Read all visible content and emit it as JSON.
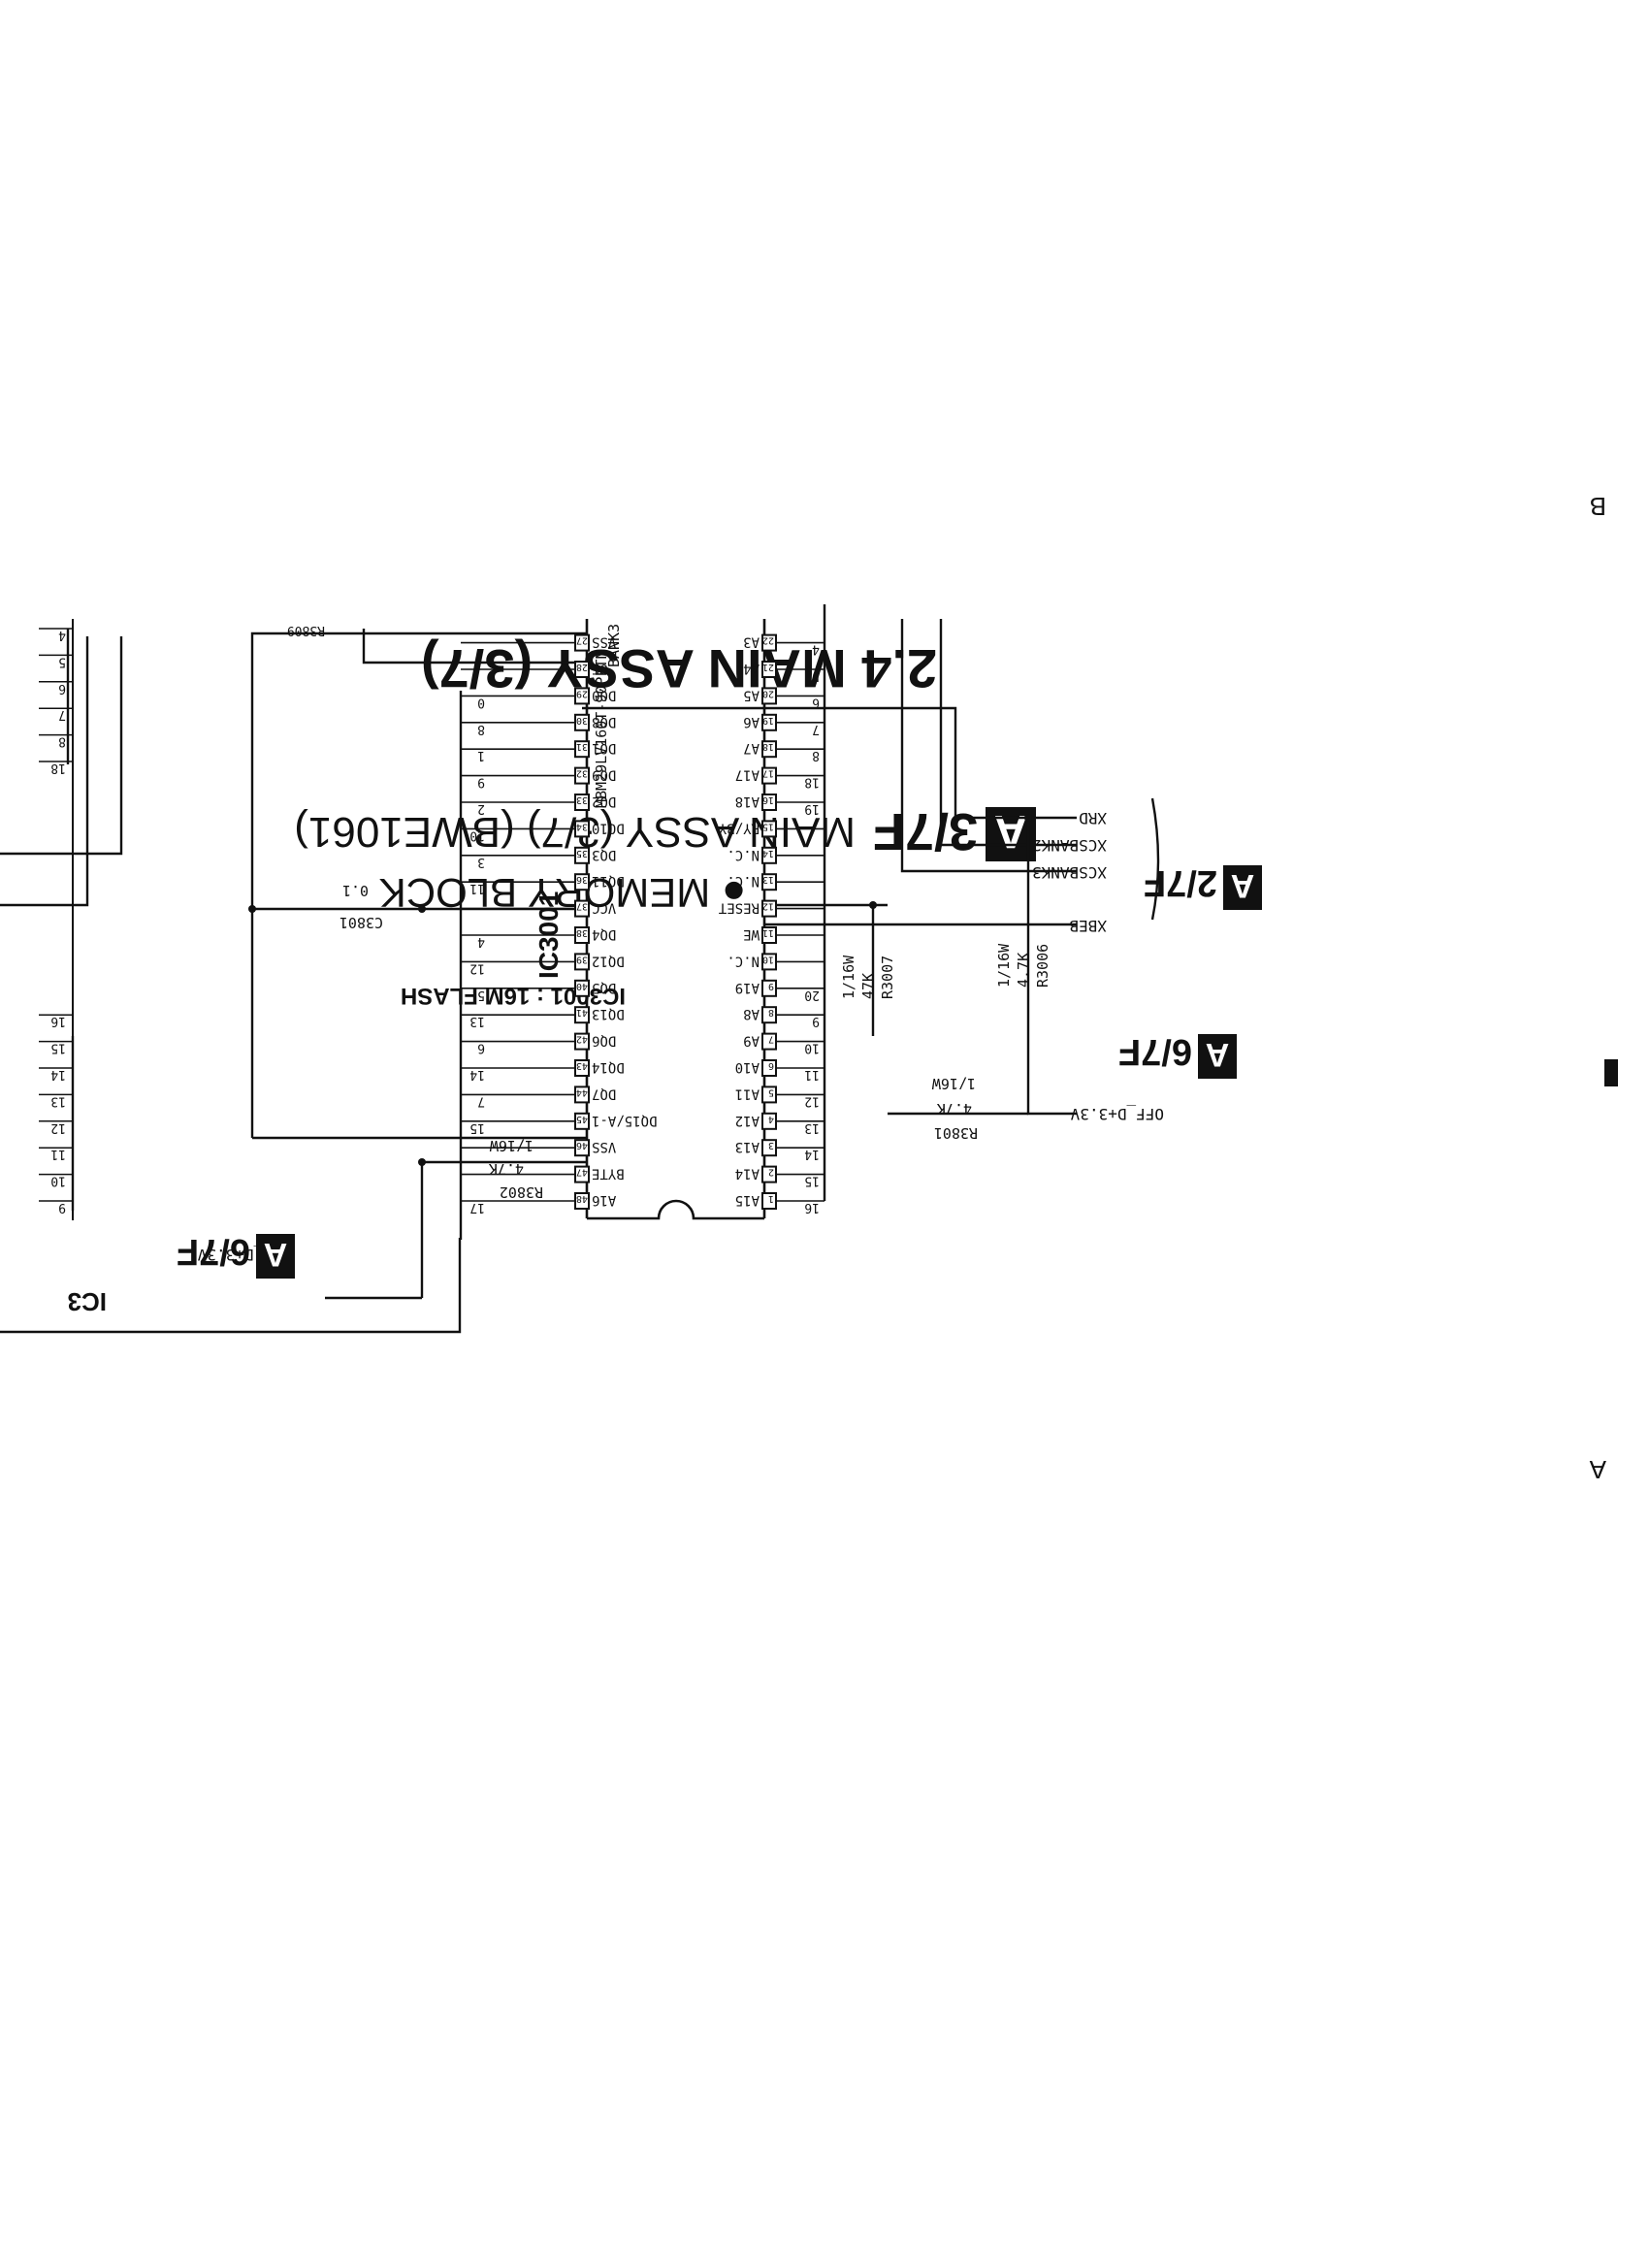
{
  "section_title": "2.4 MAIN ASSY (3/7)",
  "subtitle": {
    "badge": "A",
    "sheet": "3/7F",
    "text": "MAIN ASSY (3/7) (BWE1061)"
  },
  "block_label": "● MEMORY BLOCK",
  "edge_labels": {
    "left_top": "B",
    "left_bottom": "A"
  },
  "ic": {
    "name": "IC3001",
    "part": "MBM29LV160T-90PFTN",
    "bank": "BANK3",
    "caption": "IC3001 : 16M FLASH",
    "left_pins": [
      {
        "no": "1",
        "name": "A15",
        "bus": "16"
      },
      {
        "no": "2",
        "name": "A14",
        "bus": "15"
      },
      {
        "no": "3",
        "name": "A13",
        "bus": "14"
      },
      {
        "no": "4",
        "name": "A12",
        "bus": "13"
      },
      {
        "no": "5",
        "name": "A11",
        "bus": "12"
      },
      {
        "no": "6",
        "name": "A10",
        "bus": "11"
      },
      {
        "no": "7",
        "name": "A9",
        "bus": "10"
      },
      {
        "no": "8",
        "name": "A8",
        "bus": "9"
      },
      {
        "no": "9",
        "name": "A19",
        "bus": "20"
      },
      {
        "no": "10",
        "name": "N.C.",
        "bus": ""
      },
      {
        "no": "11",
        "name": "WE",
        "bus": ""
      },
      {
        "no": "12",
        "name": "RESET",
        "bus": ""
      },
      {
        "no": "13",
        "name": "N.C.",
        "bus": ""
      },
      {
        "no": "14",
        "name": "N.C.",
        "bus": ""
      },
      {
        "no": "15",
        "name": "RY/BY",
        "bus": ""
      },
      {
        "no": "16",
        "name": "A18",
        "bus": "19"
      },
      {
        "no": "17",
        "name": "A17",
        "bus": "18"
      },
      {
        "no": "18",
        "name": "A7",
        "bus": "8"
      },
      {
        "no": "19",
        "name": "A6",
        "bus": "7"
      },
      {
        "no": "20",
        "name": "A5",
        "bus": "6"
      },
      {
        "no": "21",
        "name": "A4",
        "bus": "5"
      },
      {
        "no": "22",
        "name": "A3",
        "bus": "4"
      }
    ],
    "right_pins": [
      {
        "no": "48",
        "name": "A16",
        "bus": "17"
      },
      {
        "no": "47",
        "name": "BYTE",
        "bus": ""
      },
      {
        "no": "46",
        "name": "VSS",
        "bus": ""
      },
      {
        "no": "45",
        "name": "DQ15/A-1",
        "bus": "15"
      },
      {
        "no": "44",
        "name": "DQ7",
        "bus": "7"
      },
      {
        "no": "43",
        "name": "DQ14",
        "bus": "14"
      },
      {
        "no": "42",
        "name": "DQ6",
        "bus": "6"
      },
      {
        "no": "41",
        "name": "DQ13",
        "bus": "13"
      },
      {
        "no": "40",
        "name": "DQ5",
        "bus": "5"
      },
      {
        "no": "39",
        "name": "DQ12",
        "bus": "12"
      },
      {
        "no": "38",
        "name": "DQ4",
        "bus": "4"
      },
      {
        "no": "37",
        "name": "VCC",
        "bus": ""
      },
      {
        "no": "36",
        "name": "DQ11",
        "bus": "11"
      },
      {
        "no": "35",
        "name": "DQ3",
        "bus": "3"
      },
      {
        "no": "34",
        "name": "DQ10",
        "bus": "10"
      },
      {
        "no": "33",
        "name": "DQ2",
        "bus": "2"
      },
      {
        "no": "32",
        "name": "DQ9",
        "bus": "9"
      },
      {
        "no": "31",
        "name": "DQ1",
        "bus": "1"
      },
      {
        "no": "30",
        "name": "DQ8",
        "bus": "8"
      },
      {
        "no": "29",
        "name": "DQ0",
        "bus": "0"
      },
      {
        "no": "28",
        "name": "OE",
        "bus": ""
      },
      {
        "no": "27",
        "name": "VSS",
        "bus": ""
      }
    ]
  },
  "signals": {
    "xrd": "XRD",
    "xcsbank2": "XCSBANK2",
    "xcsbank3": "XCSBANK3",
    "xbeb": "XBEB",
    "power_right": "OFF_D+3.3V",
    "power_left": "OFF_D+3.3V"
  },
  "refs": {
    "r2": {
      "badge": "A",
      "sheet": "2/7F"
    },
    "r6a": {
      "badge": "A",
      "sheet": "6/7F"
    },
    "r6b": {
      "badge": "A",
      "sheet": "6/7F"
    }
  },
  "components": {
    "r3006": {
      "name": "R3006",
      "value": "4.7K",
      "rating": "1/16W"
    },
    "r3007": {
      "name": "R3007",
      "value": "47K",
      "rating": "1/16W"
    },
    "r3801": {
      "name": "R3801",
      "value": "4.7K",
      "rating": "1/16W"
    },
    "r3802": {
      "name": "R3802",
      "value": "4.7K",
      "rating": "1/16W"
    },
    "c3801": {
      "name": "C3801",
      "value": "0.1"
    },
    "r3809": {
      "name": "R3809"
    }
  },
  "left_ic": {
    "label": "IC3",
    "bus_top": [
      "4",
      "5",
      "6",
      "7",
      "8",
      "18"
    ],
    "bus_bottom": [
      "9",
      "10",
      "11",
      "12",
      "13",
      "14",
      "15",
      "16"
    ]
  }
}
